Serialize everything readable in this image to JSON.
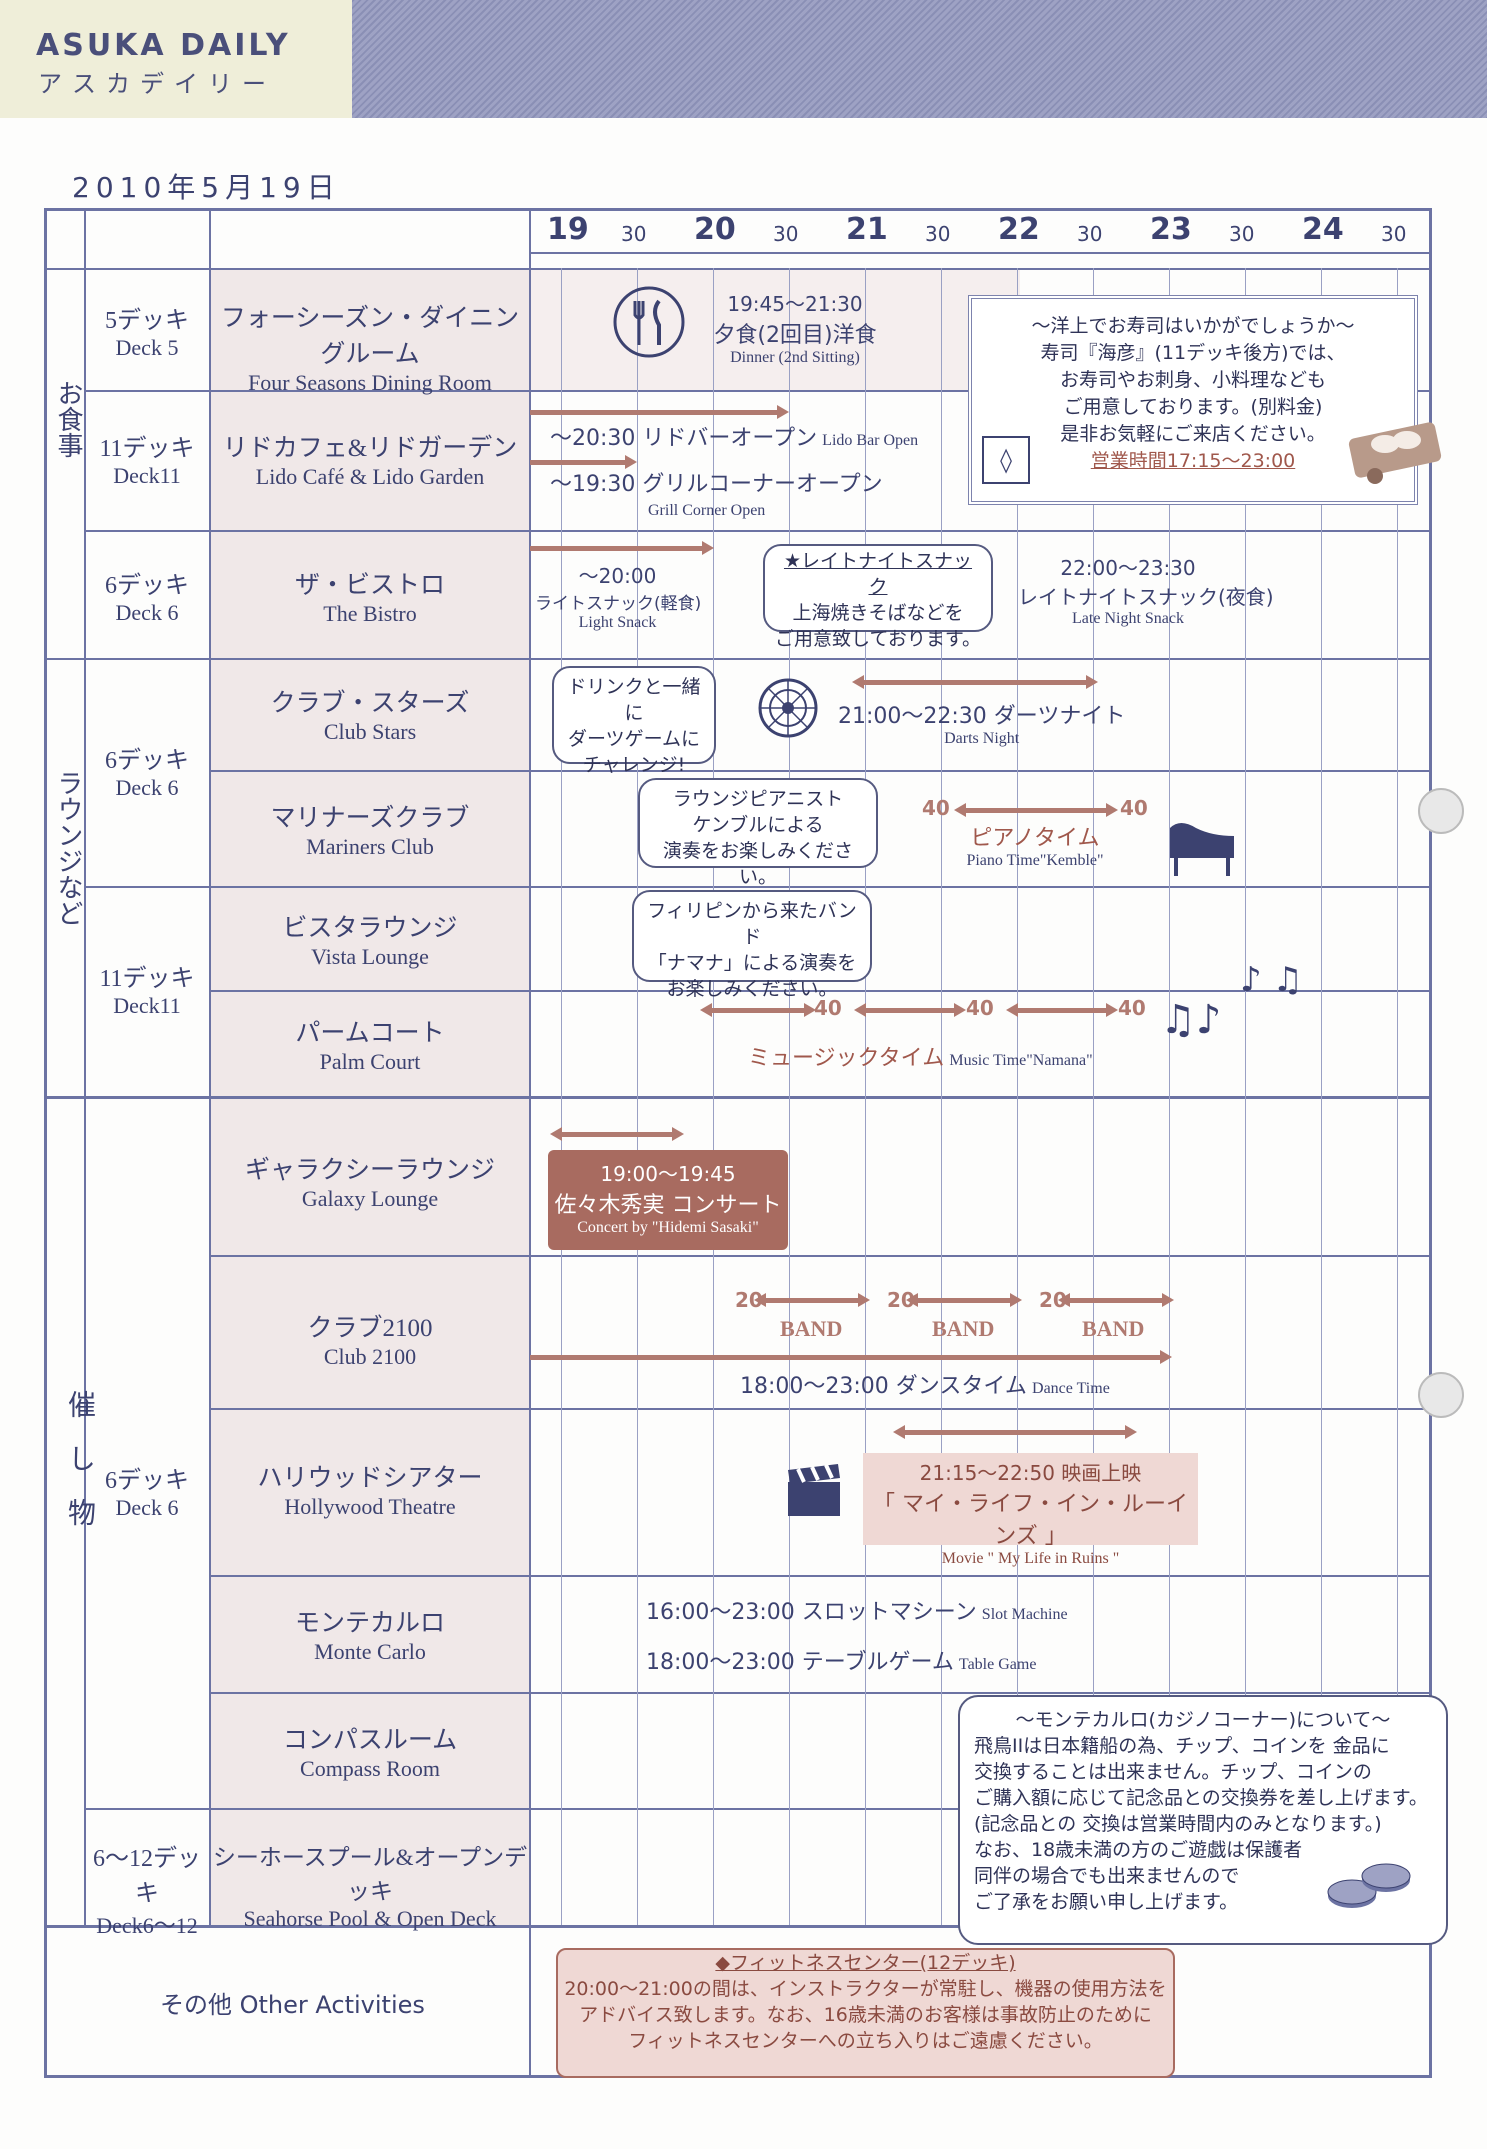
{
  "header": {
    "brand": "ASUKA DAILY",
    "brand_kana": "アスカデイリー"
  },
  "date": "2010年5月19日",
  "timeline": {
    "hours": [
      "19",
      "20",
      "21",
      "22",
      "23",
      "24"
    ],
    "minor": [
      "30",
      "30",
      "30",
      "30",
      "30",
      "30"
    ]
  },
  "categories": {
    "dining": "お食事",
    "lounge": "ラウンジなど",
    "events": "催し物",
    "other": "その他 Other Activities"
  },
  "decks": {
    "d5": {
      "jp": "5デッキ",
      "en": "Deck 5"
    },
    "d11a": {
      "jp": "11デッキ",
      "en": "Deck11"
    },
    "d6a": {
      "jp": "6デッキ",
      "en": "Deck 6"
    },
    "d6b": {
      "jp": "6デッキ",
      "en": "Deck 6"
    },
    "d11b": {
      "jp": "11デッキ",
      "en": "Deck11"
    },
    "d6c": {
      "jp": "6デッキ",
      "en": "Deck 6"
    },
    "d612": {
      "jp": "6〜12デッキ",
      "en": "Deck6〜12"
    }
  },
  "venues": {
    "fourseasons": {
      "jp": "フォーシーズン・ダイニングルーム",
      "en": "Four Seasons Dining Room"
    },
    "lido": {
      "jp": "リドカフェ&リドガーデン",
      "en": "Lido Café & Lido Garden"
    },
    "bistro": {
      "jp": "ザ・ビストロ",
      "en": "The Bistro"
    },
    "clubstars": {
      "jp": "クラブ・スターズ",
      "en": "Club Stars"
    },
    "mariners": {
      "jp": "マリナーズクラブ",
      "en": "Mariners Club"
    },
    "vista": {
      "jp": "ビスタラウンジ",
      "en": "Vista Lounge"
    },
    "palm": {
      "jp": "パームコート",
      "en": "Palm Court"
    },
    "galaxy": {
      "jp": "ギャラクシーラウンジ",
      "en": "Galaxy Lounge"
    },
    "club2100": {
      "jp": "クラブ2100",
      "en": "Club 2100"
    },
    "hollywood": {
      "jp": "ハリウッドシアター",
      "en": "Hollywood Theatre"
    },
    "montecarlo": {
      "jp": "モンテカルロ",
      "en": "Monte Carlo"
    },
    "compass": {
      "jp": "コンパスルーム",
      "en": "Compass Room"
    },
    "seahorse": {
      "jp": "シーホースプール&オープンデッキ",
      "en": "Seahorse Pool & Open Deck"
    }
  },
  "events": {
    "dinner": {
      "time": "19:45〜21:30",
      "name": "夕食(2回目)洋食",
      "en": "Dinner (2nd Sitting)"
    },
    "lidobar": {
      "name": "〜20:30 リドバーオープン",
      "en": "Lido Bar Open"
    },
    "grill": {
      "name": "〜19:30 グリルコーナーオープン",
      "en": "Grill Corner Open"
    },
    "lightsnack": {
      "time": "〜20:00",
      "name": "ライトスナック(軽食)",
      "en": "Light Snack"
    },
    "latesnack_bubble": [
      "★レイトナイトスナック",
      "上海焼きそばなどを",
      "ご用意致しております。"
    ],
    "latenight": {
      "time": "22:00〜23:30",
      "name": "レイトナイトスナック(夜食)",
      "en": "Late Night Snack"
    },
    "darts_bubble": [
      "ドリンクと一緒に",
      "ダーツゲームに",
      "チャレンジ!"
    ],
    "darts": {
      "name": "21:00〜22:30 ダーツナイト",
      "en": "Darts Night"
    },
    "piano_bubble": [
      "ラウンジピアニスト",
      "ケンブルによる",
      "演奏をお楽しみください。"
    ],
    "piano": {
      "name": "ピアノタイム",
      "en": "Piano Time\"Kemble\"",
      "n1": "40",
      "n2": "40"
    },
    "namana_bubble": [
      "フィリピンから来たバンド",
      "「ナマナ」による演奏を",
      "お楽しみください。"
    ],
    "music": {
      "name": "ミュージックタイム",
      "en": "Music Time\"Namana\"",
      "n1": "40",
      "n2": "40",
      "n3": "40"
    },
    "concert": {
      "time": "19:00〜19:45",
      "name": "佐々木秀実 コンサート",
      "en": "Concert by \"Hidemi Sasaki\""
    },
    "band": {
      "label": "BAND",
      "n": "20"
    },
    "dance": {
      "name": "18:00〜23:00 ダンスタイム",
      "en": "Dance Time"
    },
    "movie": {
      "time": "21:15〜22:50 映画上映",
      "name": "「 マイ・ライフ・イン・ルーインズ 」",
      "en": "Movie \" My Life in Ruins \""
    },
    "slot": {
      "name": "16:00〜23:00 スロットマシーン",
      "en": "Slot Machine"
    },
    "table": {
      "name": "18:00〜23:00 テーブルゲーム",
      "en": "Table Game"
    }
  },
  "sushi_box": {
    "lines": [
      "〜洋上でお寿司はいかがでしょうか〜",
      "寿司『海彦』(11デッキ後方)では、",
      "お寿司やお刺身、小料理なども",
      "ご用意しております。(別料金)",
      "是非お気軽にご来店ください。"
    ],
    "hours": "営業時間17:15〜23:00"
  },
  "casino_box": {
    "title": "〜モンテカルロ(カジノコーナー)について〜",
    "lines": [
      "飛鳥IIは日本籍船の為、チップ、コインを 金品に",
      "交換することは出来ません。チップ、コインの",
      "ご購入額に応じて記念品との交換券を差し上げます。",
      "(記念品との 交換は営業時間内のみとなります。)",
      "なお、18歳未満の方のご遊戯は保護者",
      "同伴の場合でも出来ませんので",
      "ご了承をお願い申し上げます。"
    ]
  },
  "fitness": {
    "title": "◆フィットネスセンター(12デッキ)",
    "lines": [
      "20:00〜21:00の間は、インストラクターが常駐し、機器の使用方法を",
      "アドバイス致します。なお、16歳未満のお客様は事故防止のために",
      "フィットネスセンターへの立ち入りはご遠慮ください。"
    ]
  },
  "colors": {
    "ink": "#3c4270",
    "rule": "#6c73a3",
    "accent": "#b07a70",
    "header_stripe": "#9ea2c4"
  }
}
